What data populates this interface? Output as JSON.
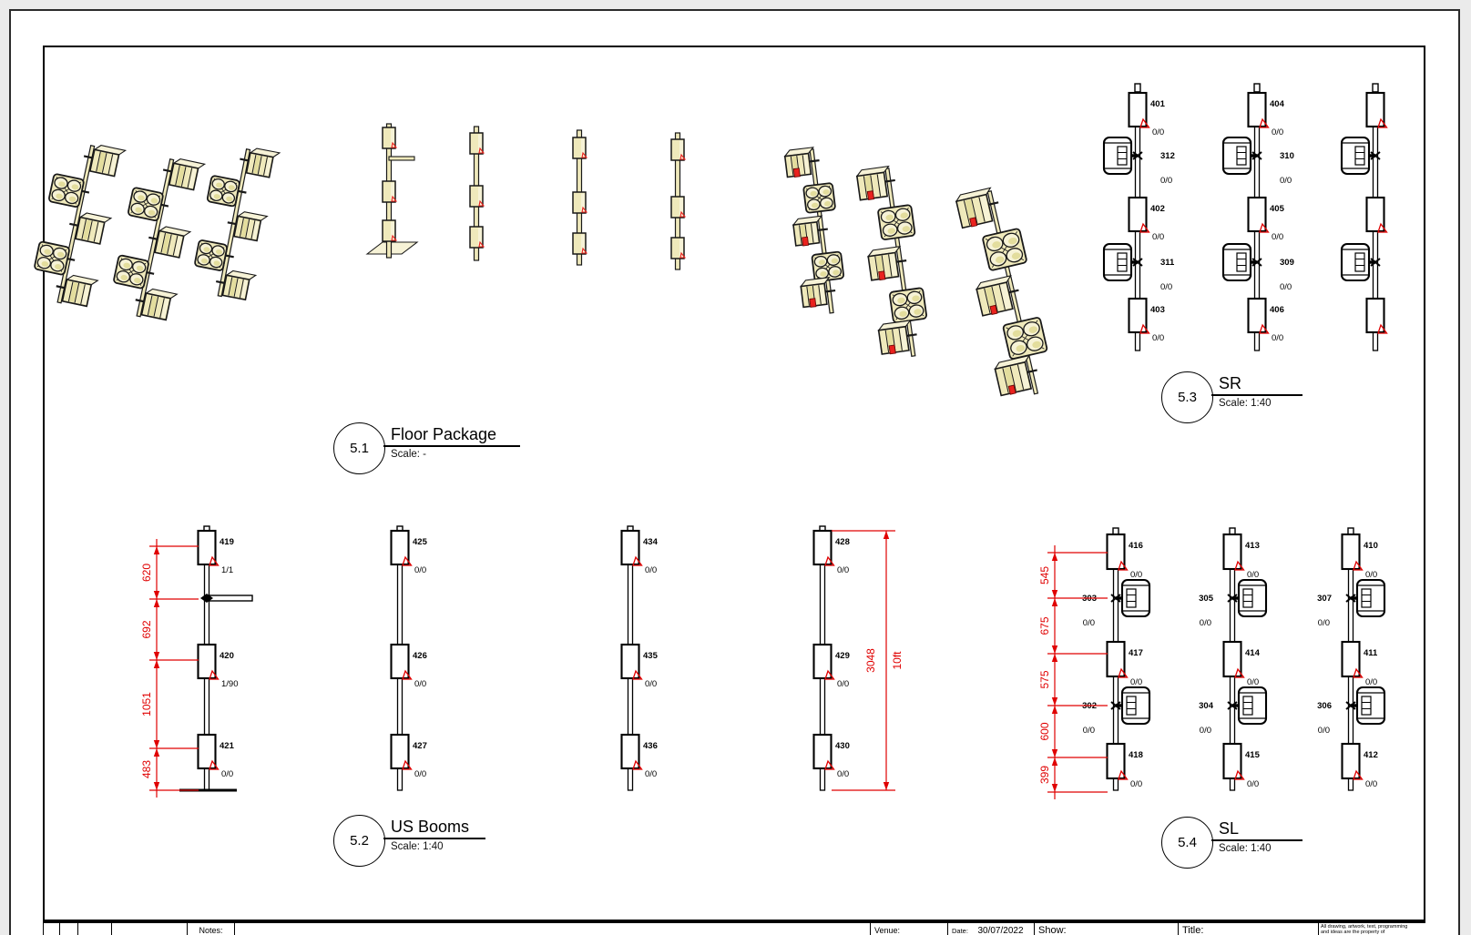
{
  "colors": {
    "dim_red": "#e00000",
    "fixture_yellow": "#efe9bb",
    "page_bg": "#ebebeb"
  },
  "sections": {
    "floor_package": {
      "num": "5.1",
      "title": "Floor Package",
      "scale": "Scale: -"
    },
    "us_booms": {
      "num": "5.2",
      "title": "US Booms",
      "scale": "Scale: 1:40"
    },
    "sr": {
      "num": "5.3",
      "title": "SR",
      "scale": "Scale: 1:40"
    },
    "sl": {
      "num": "5.4",
      "title": "SL",
      "scale": "Scale: 1:40"
    }
  },
  "drawing": {
    "sr": {
      "booms": [
        {
          "fixtures": [
            {
              "t": "box",
              "unit": "401",
              "note": "0/0"
            },
            {
              "t": "mover",
              "unit": "312",
              "note": "0/0"
            },
            {
              "t": "box",
              "unit": "402",
              "note": "0/0"
            },
            {
              "t": "mover",
              "unit": "311",
              "note": "0/0"
            },
            {
              "t": "box",
              "unit": "403",
              "note": "0/0"
            }
          ]
        },
        {
          "fixtures": [
            {
              "t": "box",
              "unit": "404",
              "note": "0/0"
            },
            {
              "t": "mover",
              "unit": "310",
              "note": "0/0"
            },
            {
              "t": "box",
              "unit": "405",
              "note": "0/0"
            },
            {
              "t": "mover",
              "unit": "309",
              "note": "0/0"
            },
            {
              "t": "box",
              "unit": "406",
              "note": "0/0"
            }
          ]
        },
        {
          "fixtures": [
            {
              "t": "box"
            },
            {
              "t": "mover"
            },
            {
              "t": "box"
            },
            {
              "t": "mover"
            },
            {
              "t": "box"
            }
          ]
        }
      ]
    },
    "us": {
      "booms": [
        {
          "fixtures": [
            {
              "t": "box",
              "unit": "419",
              "note": "1/1"
            },
            {
              "t": "box",
              "unit": "420",
              "note": "1/90"
            },
            {
              "t": "box",
              "unit": "421",
              "note": "0/0"
            }
          ],
          "base": true,
          "arm": true,
          "dims": [
            "620",
            "692",
            "1051",
            "483"
          ]
        },
        {
          "fixtures": [
            {
              "t": "box",
              "unit": "425",
              "note": "0/0"
            },
            {
              "t": "box",
              "unit": "426",
              "note": "0/0"
            },
            {
              "t": "box",
              "unit": "427",
              "note": "0/0"
            }
          ]
        },
        {
          "fixtures": [
            {
              "t": "box",
              "unit": "434",
              "note": "0/0"
            },
            {
              "t": "box",
              "unit": "435",
              "note": "0/0"
            },
            {
              "t": "box",
              "unit": "436",
              "note": "0/0"
            }
          ]
        },
        {
          "fixtures": [
            {
              "t": "box",
              "unit": "428",
              "note": "0/0"
            },
            {
              "t": "box",
              "unit": "429",
              "note": "0/0"
            },
            {
              "t": "box",
              "unit": "430",
              "note": "0/0"
            }
          ],
          "overall": {
            "mm": "3048",
            "ft": "10ft"
          }
        }
      ]
    },
    "sl": {
      "booms": [
        {
          "fixtures": [
            {
              "t": "box",
              "unit": "416",
              "note": "0/0"
            },
            {
              "t": "mover",
              "unit": "303",
              "note": "0/0"
            },
            {
              "t": "box",
              "unit": "417",
              "note": "0/0"
            },
            {
              "t": "mover",
              "unit": "302",
              "note": "0/0"
            },
            {
              "t": "box",
              "unit": "418",
              "note": "0/0"
            }
          ],
          "dims": [
            "545",
            "675",
            "575",
            "600",
            "399"
          ]
        },
        {
          "fixtures": [
            {
              "t": "box",
              "unit": "413",
              "note": "0/0"
            },
            {
              "t": "mover",
              "unit": "305",
              "note": "0/0"
            },
            {
              "t": "box",
              "unit": "414",
              "note": "0/0"
            },
            {
              "t": "mover",
              "unit": "304",
              "note": "0/0"
            },
            {
              "t": "box",
              "unit": "415",
              "note": "0/0"
            }
          ]
        },
        {
          "fixtures": [
            {
              "t": "box",
              "unit": "410",
              "note": "0/0"
            },
            {
              "t": "mover",
              "unit": "307",
              "note": "0/0"
            },
            {
              "t": "box",
              "unit": "411",
              "note": "0/0"
            },
            {
              "t": "mover",
              "unit": "306",
              "note": "0/0"
            },
            {
              "t": "box",
              "unit": "412",
              "note": "0/0"
            }
          ]
        }
      ]
    }
  },
  "titleblock": {
    "notes_label": "Notes:",
    "venue_label": "Venue:",
    "date_label": "Date:",
    "date_value": "30/07/2022",
    "show_label": "Show:",
    "title_label": "Title:",
    "fine_print_1": "All drawing, artwork, text, programming",
    "fine_print_2": "and ideas are the property of"
  }
}
